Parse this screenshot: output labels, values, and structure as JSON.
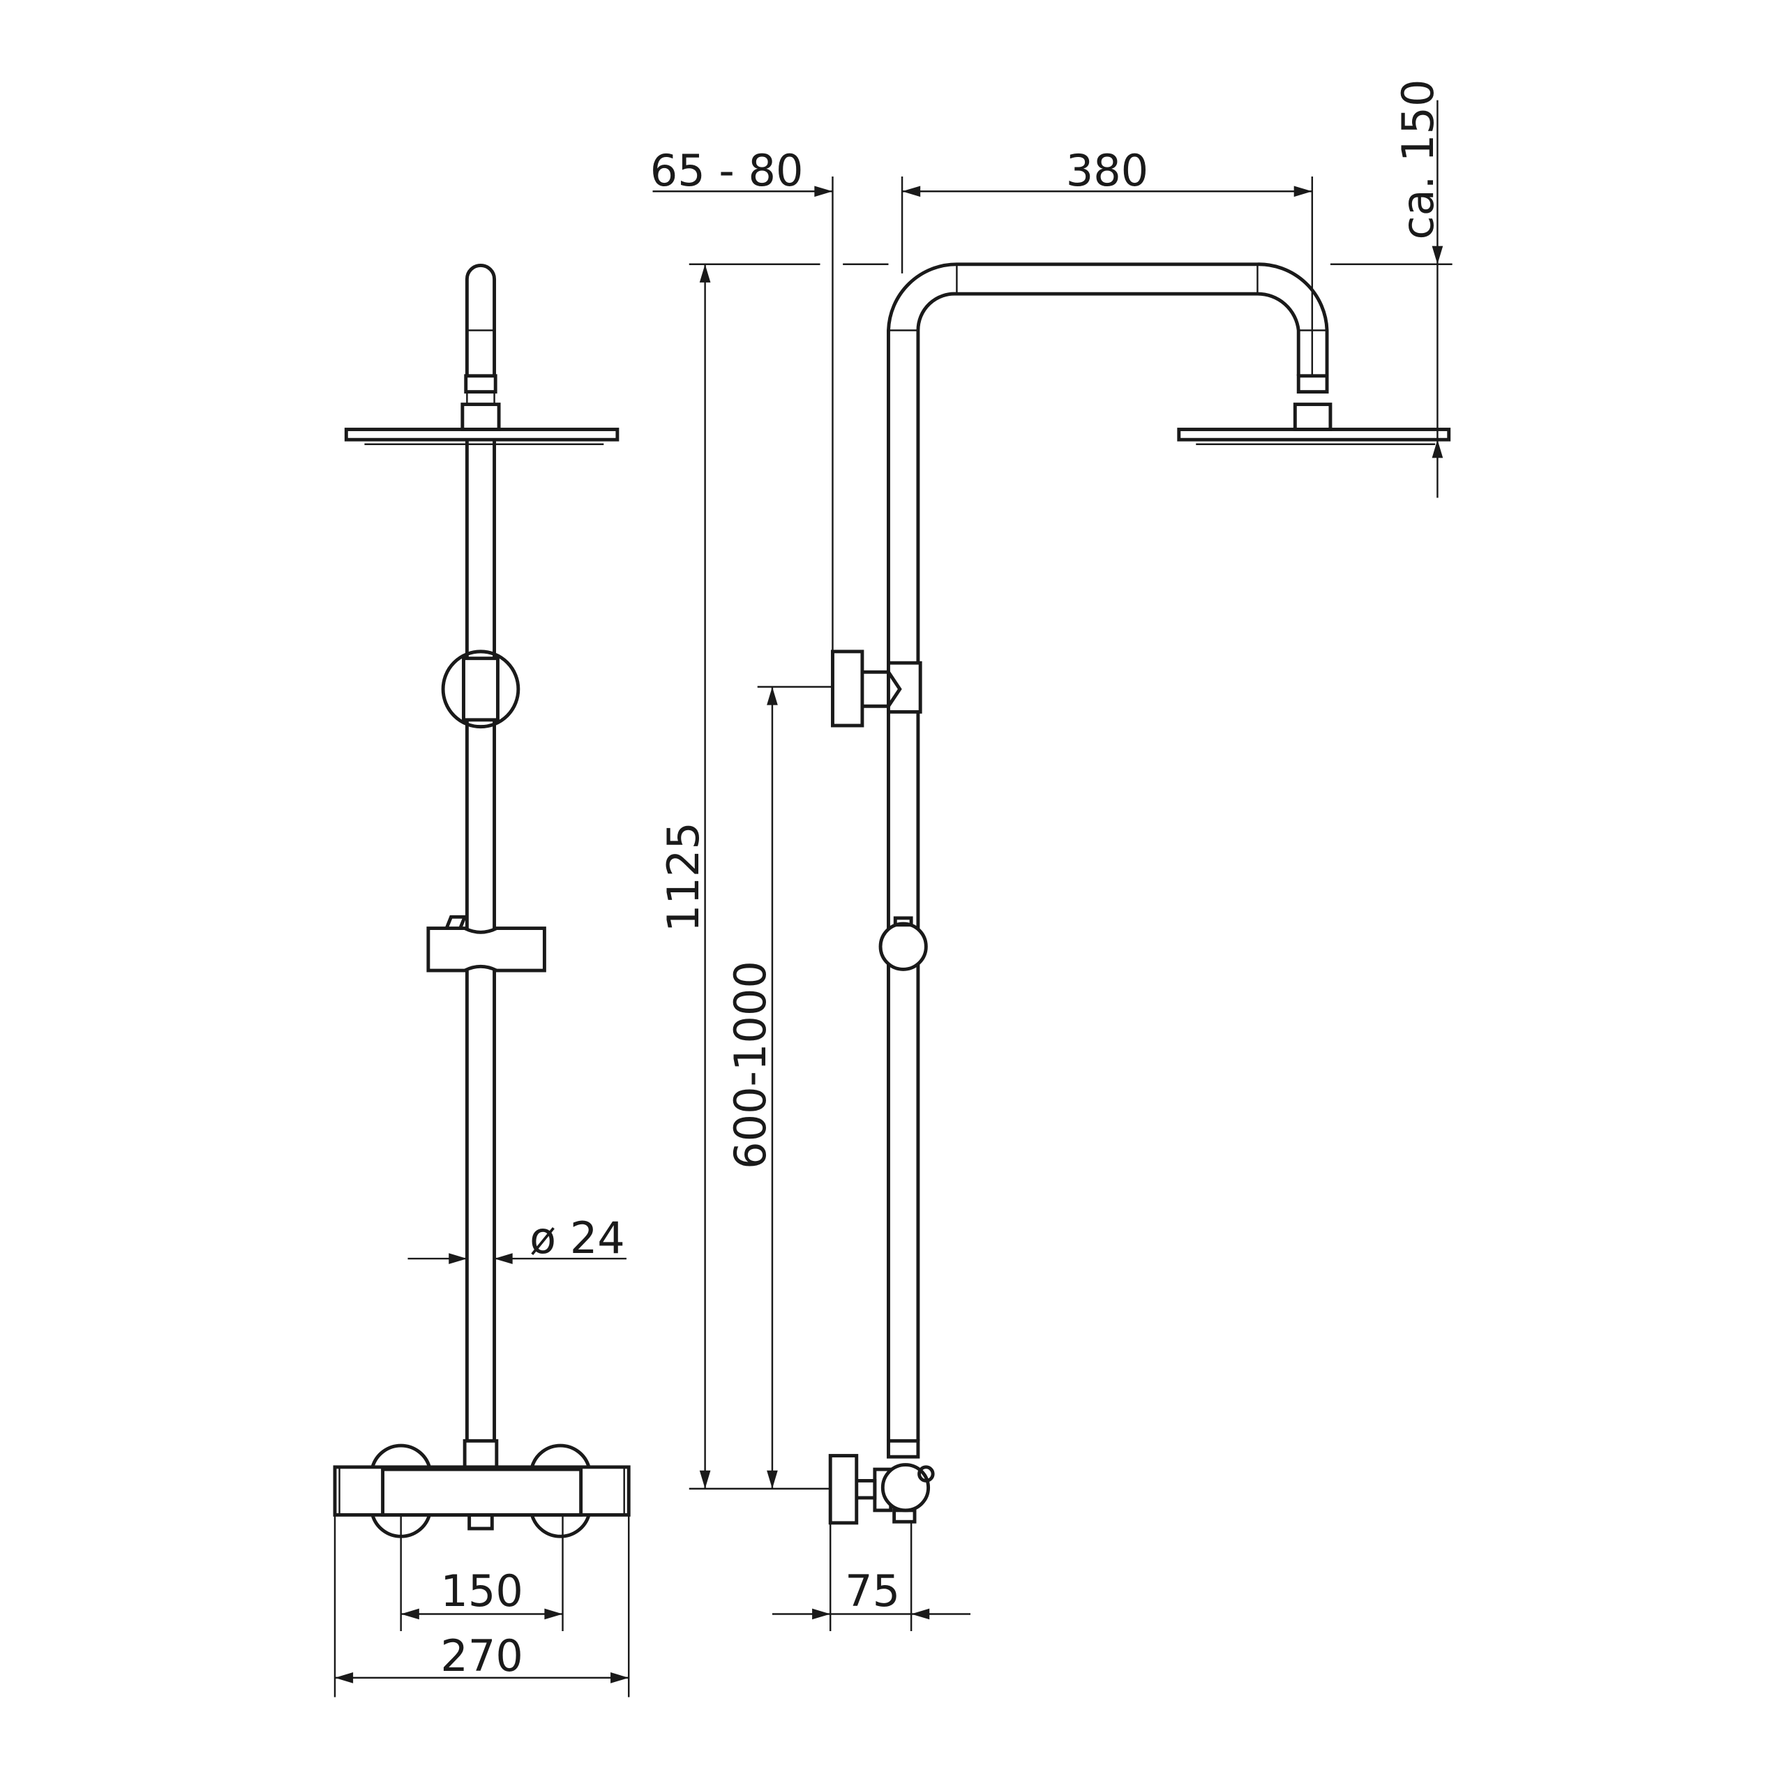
{
  "drawing": {
    "title": "Shower system dimension drawing",
    "line_color": "#1a1a1a",
    "dimensions": {
      "head_offset": "65 - 80",
      "arm_length": "380",
      "head_drop": "ca. 150",
      "total_height": "1125",
      "mixer_height_range": "600-1000",
      "pipe_diameter": "ø 24",
      "wall_distance": "75",
      "inlet_spacing": "150",
      "mixer_width": "270"
    }
  }
}
